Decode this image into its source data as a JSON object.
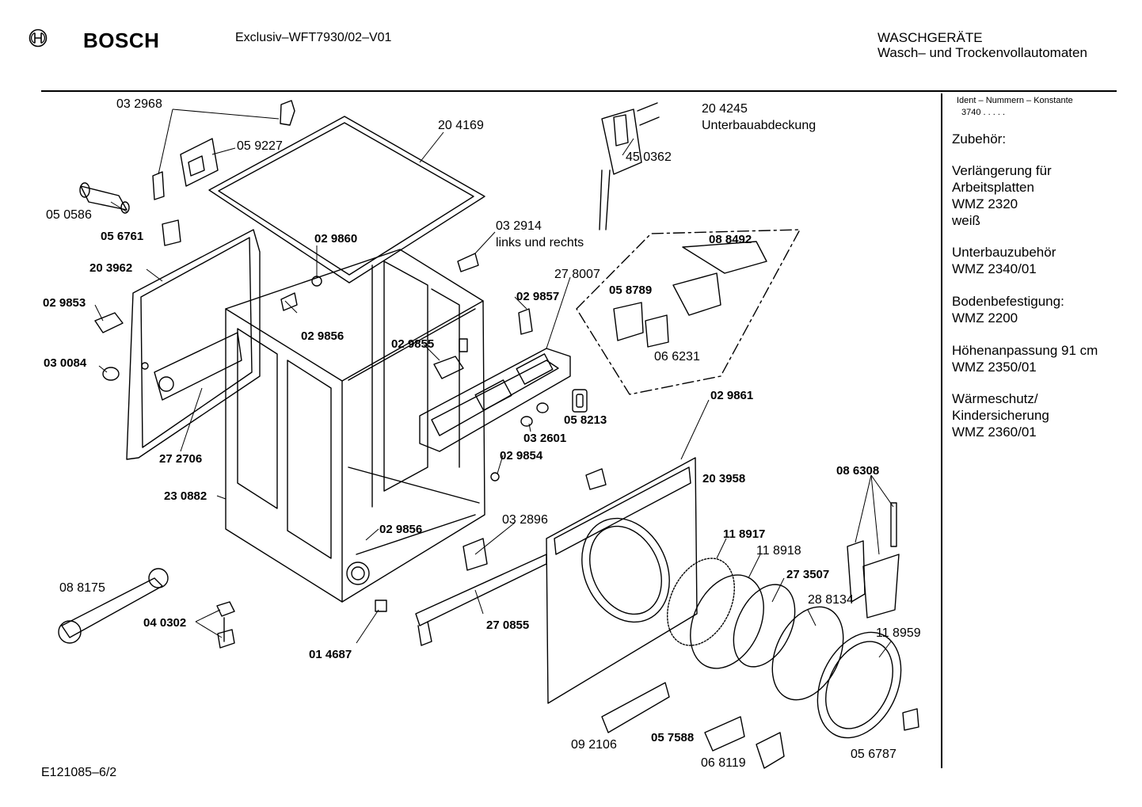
{
  "header": {
    "brand": "BOSCH",
    "model": "Exclusiv–WFT7930/02–V01",
    "category_line1": "WASCHGERÄTE",
    "category_line2": "Wasch– und Trockenvollautomaten"
  },
  "sidebar": {
    "ident_title": "Ident – Nummern – Konstante",
    "ident_value": "3740  .  .  .  .  .",
    "zubehoer_heading": "Zubehör:",
    "accessories": [
      {
        "lines": [
          "Verlängerung für",
          "Arbeitsplatten",
          "WMZ 2320",
          "weiß"
        ]
      },
      {
        "lines": [
          "Unterbauzubehör",
          "WMZ 2340/01"
        ]
      },
      {
        "lines": [
          "Bodenbefestigung:",
          "WMZ 2200"
        ]
      },
      {
        "lines": [
          "Höhenanpassung 91 cm",
          "WMZ 2350/01"
        ]
      },
      {
        "lines": [
          "Wärmeschutz/",
          "Kindersicherung",
          "WMZ 2360/01"
        ]
      }
    ]
  },
  "parts": [
    {
      "id": "032968",
      "text": "03 2968",
      "bold": false
    },
    {
      "id": "059227",
      "text": "05 9227",
      "bold": false
    },
    {
      "id": "204169",
      "text": "20 4169",
      "bold": false
    },
    {
      "id": "204245",
      "text": "20 4245",
      "bold": false
    },
    {
      "id": "unterbau",
      "text": "Unterbauabdeckung",
      "bold": false
    },
    {
      "id": "450362",
      "text": "45 0362",
      "bold": false
    },
    {
      "id": "050586",
      "text": "05 0586",
      "bold": false
    },
    {
      "id": "056761",
      "text": "05 6761",
      "bold": true
    },
    {
      "id": "032914",
      "text": "03 2914",
      "bold": false
    },
    {
      "id": "linksrechts",
      "text": "links und rechts",
      "bold": false
    },
    {
      "id": "029860",
      "text": "02 9860",
      "bold": true
    },
    {
      "id": "088492",
      "text": "08 8492",
      "bold": true
    },
    {
      "id": "203962",
      "text": "20 3962",
      "bold": true
    },
    {
      "id": "278007",
      "text": "27 8007",
      "bold": false
    },
    {
      "id": "058789",
      "text": "05 8789",
      "bold": true
    },
    {
      "id": "029853",
      "text": "02 9853",
      "bold": true
    },
    {
      "id": "029857",
      "text": "02 9857",
      "bold": true
    },
    {
      "id": "029856a",
      "text": "02 9856",
      "bold": true
    },
    {
      "id": "029855",
      "text": "02 9855",
      "bold": true
    },
    {
      "id": "066231",
      "text": "06 6231",
      "bold": false
    },
    {
      "id": "030084",
      "text": "03 0084",
      "bold": true
    },
    {
      "id": "029861",
      "text": "02 9861",
      "bold": true
    },
    {
      "id": "058213",
      "text": "05 8213",
      "bold": true
    },
    {
      "id": "032601",
      "text": "03 2601",
      "bold": true
    },
    {
      "id": "272706",
      "text": "27 2706",
      "bold": true
    },
    {
      "id": "029854",
      "text": "02 9854",
      "bold": true
    },
    {
      "id": "086308",
      "text": "08 6308",
      "bold": true
    },
    {
      "id": "203958",
      "text": "20 3958",
      "bold": true
    },
    {
      "id": "230882",
      "text": "23 0882",
      "bold": true
    },
    {
      "id": "032896",
      "text": "03 2896",
      "bold": false
    },
    {
      "id": "029856b",
      "text": "02 9856",
      "bold": true
    },
    {
      "id": "118917",
      "text": "11 8917",
      "bold": true
    },
    {
      "id": "118918",
      "text": "11 8918",
      "bold": false
    },
    {
      "id": "273507",
      "text": "27 3507",
      "bold": true
    },
    {
      "id": "088175",
      "text": "08 8175",
      "bold": false
    },
    {
      "id": "288134",
      "text": "28 8134",
      "bold": false
    },
    {
      "id": "040302",
      "text": "04 0302",
      "bold": true
    },
    {
      "id": "270855",
      "text": "27 0855",
      "bold": true
    },
    {
      "id": "118959",
      "text": "11 8959",
      "bold": false
    },
    {
      "id": "014687",
      "text": "01 4687",
      "bold": true
    },
    {
      "id": "092106",
      "text": "09 2106",
      "bold": false
    },
    {
      "id": "057588",
      "text": "05 7588",
      "bold": true
    },
    {
      "id": "068119",
      "text": "06 8119",
      "bold": false
    },
    {
      "id": "056787",
      "text": "05 6787",
      "bold": false
    }
  ],
  "footer": {
    "drawing_number": "E121085–6/2"
  }
}
